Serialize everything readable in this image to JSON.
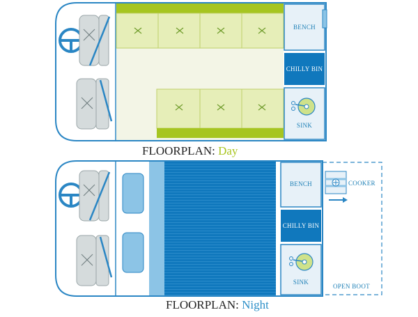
{
  "colors": {
    "van_outline": "#2a86c4",
    "seat_fill": "#d5dbdc",
    "cushion": "#e6eeb8",
    "lime": "#a6c520",
    "floor": "#f3f5e6",
    "bed_blue": "#1078bd",
    "light_blue": "#8cc4e6",
    "sink_green": "#cfe28a"
  },
  "icons": [
    "steering-wheel-icon",
    "seat-icon",
    "sink-icon",
    "cooker-icon",
    "arrow-right-icon"
  ],
  "day": {
    "title_prefix": "FLOORPLAN:",
    "title_accent": "Day",
    "bench_label": "BENCH",
    "chilly_bin_label": "CHILLY BIN",
    "sink_label": "SINK"
  },
  "night": {
    "title_prefix": "FLOORPLAN:",
    "title_accent": "Night",
    "bench_label": "BENCH",
    "chilly_bin_label": "CHILLY BIN",
    "sink_label": "SINK",
    "cooker_label": "COOKER",
    "open_boot_label": "OPEN BOOT"
  }
}
